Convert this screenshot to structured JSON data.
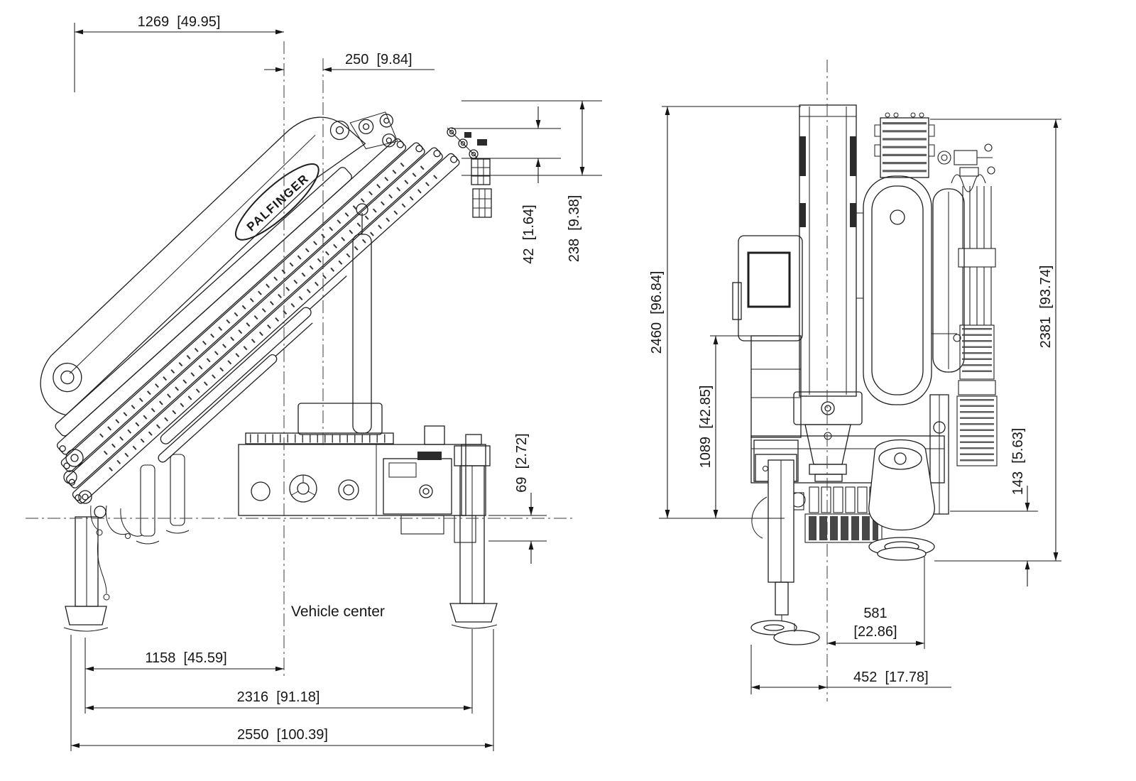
{
  "meta": {
    "background_color": "#ffffff",
    "line_color": "#1e1e1e",
    "drawing_type": "crane dimensional drawing, side view and rear view"
  },
  "drawing": {
    "brand": "PALFINGER",
    "vehicle_center": "Vehicle center"
  },
  "side": {
    "d1269": "1269  [49.95]",
    "d250": "250  [9.84]",
    "d42": "42  [1.64]",
    "d238": "238  [9.38]",
    "d69": "69  [2.72]",
    "d1158": "1158  [45.59]",
    "d2316": "2316  [91.18]",
    "d2550": "2550  [100.39]"
  },
  "rear": {
    "d2460": "2460  [96.84]",
    "d1089": "1089  [42.85]",
    "d2381": "2381  [93.74]",
    "d143": "143  [5.63]",
    "d581_mm": "581",
    "d581_in": "[22.86]",
    "d452": "452  [17.78]"
  }
}
